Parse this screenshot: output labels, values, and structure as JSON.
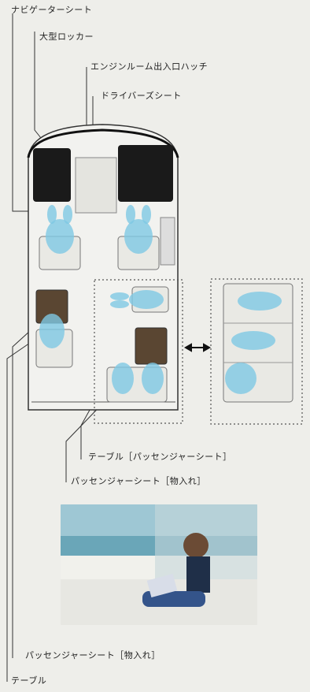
{
  "labels": {
    "navigator_seat": "ナビゲーターシート",
    "large_locker": "大型ロッカー",
    "engine_hatch": "エンジンルーム出入口ハッチ",
    "driver_seat": "ドライバーズシート",
    "table_passenger": "テーブル［パッセンジャーシート］",
    "passenger_storage_1": "パッセンジャーシート［物入れ］",
    "passenger_storage_2": "パッセンジャーシート［物入れ］",
    "table": "テーブル"
  },
  "arrow": "↔",
  "icons": [
    "double-arrow-icon"
  ],
  "colors": {
    "seat_blue": "#5fb6d8",
    "table_brown": "#5a4632",
    "locker_black": "#1a1a1a",
    "line": "#333333"
  }
}
